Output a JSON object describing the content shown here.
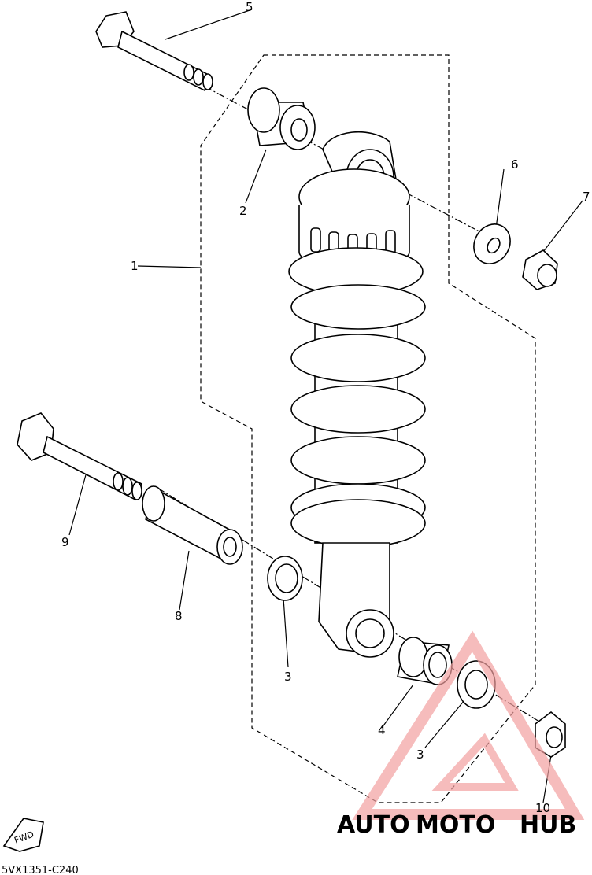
{
  "diagram": {
    "part_code": "5VX1351-C240",
    "fwd_label": "FWD",
    "callouts": [
      {
        "id": "c1",
        "label": "1"
      },
      {
        "id": "c2",
        "label": "2"
      },
      {
        "id": "c3a",
        "label": "3"
      },
      {
        "id": "c3b",
        "label": "3"
      },
      {
        "id": "c4",
        "label": "4"
      },
      {
        "id": "c5",
        "label": "5"
      },
      {
        "id": "c6",
        "label": "6"
      },
      {
        "id": "c7",
        "label": "7"
      },
      {
        "id": "c8",
        "label": "8"
      },
      {
        "id": "c9",
        "label": "9"
      },
      {
        "id": "c10",
        "label": "10"
      }
    ]
  },
  "watermark": {
    "text_a": "AUTO",
    "text_b": "MOTO",
    "text_c": "HUB",
    "color_primary": "#f2a0a0",
    "color_secondary": "#f7c67a",
    "color_tertiary": "#c9c9c9"
  }
}
